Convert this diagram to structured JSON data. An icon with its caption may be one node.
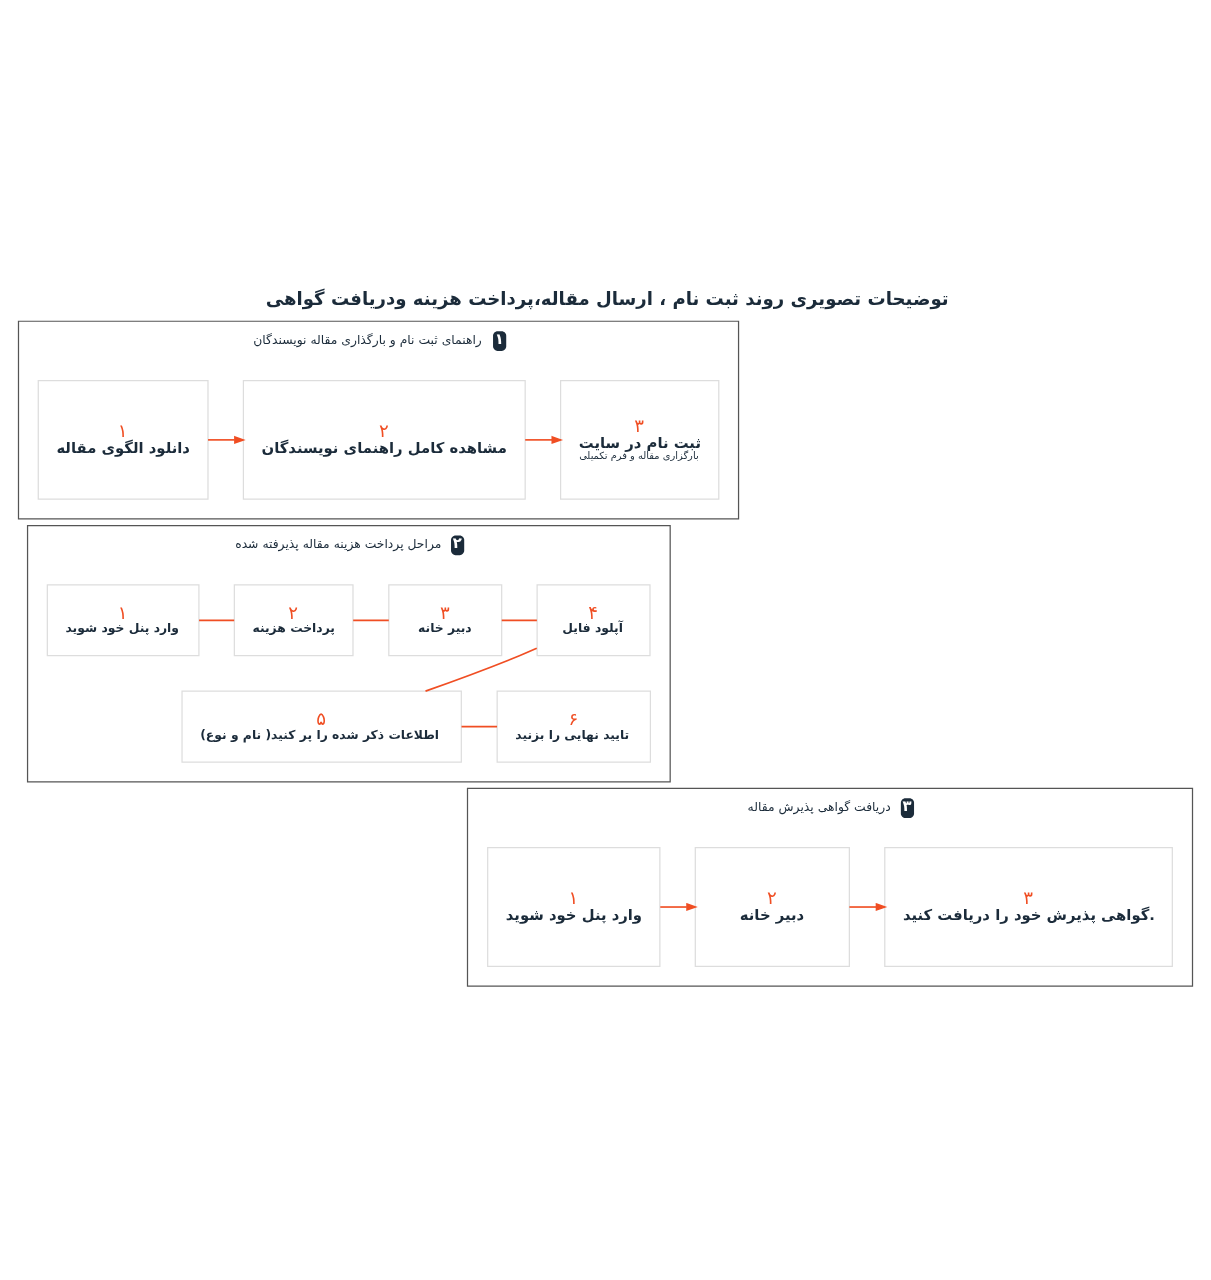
{
  "diagram": {
    "title": "توضیحات تصویری روند ثبت نام ، ارسال مقاله،پرداخت هزینه ودریافت گواهی",
    "nodes": [
      {
        "text": [
          "۱",
          "راهنمای ثبت نام و بارگذاری مقاله نویسندگان"
        ]
      },
      {
        "text": [
          "۱",
          "دانلود الگوی مقاله"
        ],
        "in": 0
      },
      {
        "text": [
          "۲",
          "مشاهده کامل راهنمای نویسندگان"
        ],
        "in": 0
      },
      {
        "text": [
          "۳",
          "ثبت نام در سایت",
          "بارگزاری مقاله و فرم تکمیلی"
        ],
        "in": 0
      },
      {
        "text": [
          "۲",
          "مراحل پرداخت هزینه مقاله پذیرفته شده"
        ]
      },
      {
        "text": [
          "۱",
          "وارد پنل خود شوید"
        ],
        "in": 4
      },
      {
        "text": [
          "۲",
          "پرداخت هزینه"
        ],
        "in": 4
      },
      {
        "text": [
          "۳",
          "دبیر خانه"
        ],
        "in": 4
      },
      {
        "text": [
          "۴",
          "آپلود فایل"
        ],
        "in": 4
      },
      {
        "text": [
          "۵",
          "اطلاعات ذکر شده را پر کنید( نام و نوع)"
        ],
        "in": 4
      },
      {
        "text": [
          "۶",
          "تایید نهایی را بزنید"
        ],
        "in": 4
      },
      {
        "text": [
          "۳",
          "دریافت گواهی پذیرش مقاله"
        ]
      },
      {
        "text": [
          "۱",
          "وارد پنل خود شوید"
        ],
        "in": 11
      },
      {
        "text": [
          "۲",
          "دبیر خانه"
        ],
        "in": 11
      },
      {
        "text": [
          "۳",
          "گواهی پذیرش خود را دریافت کنید."
        ],
        "in": 11
      }
    ],
    "edges": [
      {
        "from": 1,
        "to": 2,
        "arrow": "to"
      },
      {
        "from": 2,
        "to": 3,
        "arrow": "to"
      },
      {
        "from": 5,
        "to": 6,
        "arrow": "none"
      },
      {
        "from": 6,
        "to": 7,
        "arrow": "none"
      },
      {
        "from": 7,
        "to": 8,
        "arrow": "none"
      },
      {
        "from": 8,
        "to": 9,
        "arrow": "none"
      },
      {
        "from": 9,
        "to": 10,
        "arrow": "none"
      },
      {
        "from": 12,
        "to": 13,
        "arrow": "to"
      },
      {
        "from": 13,
        "to": 14,
        "arrow": "to"
      }
    ]
  }
}
